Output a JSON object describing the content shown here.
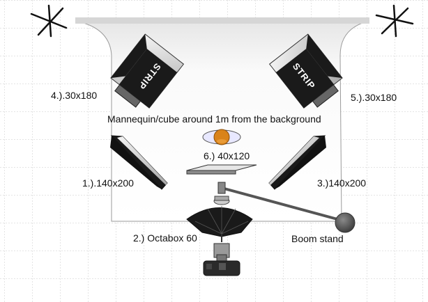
{
  "labels": {
    "subject": "Mannequin/cube around 1m from the background",
    "strip_left": "4.).30x180",
    "strip_right": "5.).30x180",
    "softbox_left": "1.).140x200",
    "softbox_right": "3.)140x200",
    "table": "6.) 40x120",
    "octabox": "2.) Octabox 60",
    "boom": "Boom stand"
  },
  "modifier_text": {
    "strip_left": "STRIP",
    "strip_right": "STRIP"
  },
  "colors": {
    "grid": "#c8c8c8",
    "backdrop": "#f2f2f2",
    "softbox_body": "#1a1a1a",
    "softbox_face": "#d8d8d8",
    "subject": "#d9831a",
    "boom": "#555555"
  }
}
